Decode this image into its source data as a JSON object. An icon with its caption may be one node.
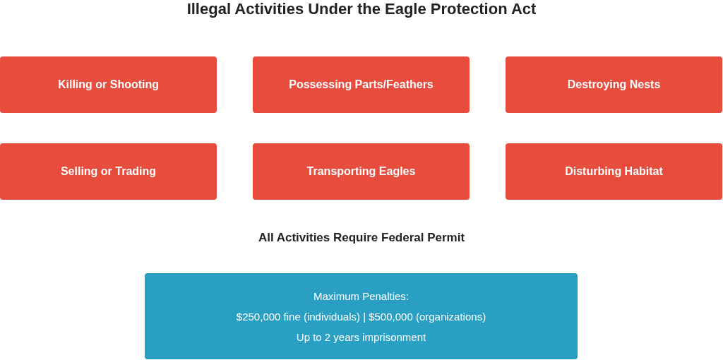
{
  "diagram": {
    "title": "Illegal Activities Under the Eagle Protection Act",
    "nodes": [
      {
        "text": [
          "Killing or Shooting"
        ]
      },
      {
        "text": [
          "Possessing Parts/Feathers"
        ]
      },
      {
        "text": [
          "Destroying Nests"
        ]
      },
      {
        "text": [
          "Selling or Trading"
        ]
      },
      {
        "text": [
          "Transporting Eagles"
        ]
      },
      {
        "text": [
          "Disturbing Habitat"
        ]
      },
      {
        "text": [
          "Maximum Penalties:",
          "$250,000 fine (individuals) | $500,000 (organizations)",
          "Up to 2 years imprisonment"
        ]
      }
    ],
    "labels": [
      "All Activities Require Federal Permit"
    ]
  }
}
